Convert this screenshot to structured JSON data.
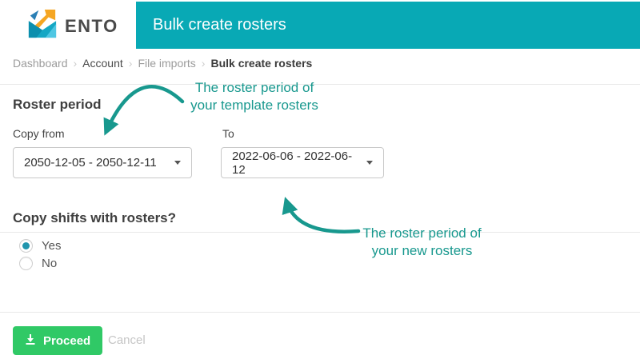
{
  "logo": {
    "brand": "ENTO",
    "icon": "ento-envelope-logo"
  },
  "header": {
    "title": "Bulk create rosters",
    "bar_color": "#08a9b5"
  },
  "breadcrumb": {
    "separator": "›",
    "items": [
      {
        "label": "Dashboard"
      },
      {
        "label": "Account"
      },
      {
        "label": "File imports"
      },
      {
        "label": "Bulk create rosters",
        "current": true
      }
    ]
  },
  "form": {
    "roster_period": {
      "heading": "Roster period",
      "copy_from": {
        "label": "Copy from",
        "value": "2050-12-05 - 2050-12-11"
      },
      "to": {
        "label": "To",
        "value": "2022-06-06 - 2022-06-12"
      }
    },
    "copy_shifts": {
      "heading": "Copy shifts with rosters?",
      "options": [
        {
          "label": "Yes",
          "selected": true
        },
        {
          "label": "No",
          "selected": false
        }
      ]
    }
  },
  "annotations": {
    "color": "#18988e",
    "template": {
      "line1": "The roster period of",
      "line2": "your template rosters"
    },
    "new": {
      "line1": "The roster period of",
      "line2": "your new rosters"
    }
  },
  "footer": {
    "proceed_label": "Proceed",
    "proceed_color": "#30c966",
    "proceed_icon": "download-icon",
    "cancel_label": "Cancel"
  }
}
